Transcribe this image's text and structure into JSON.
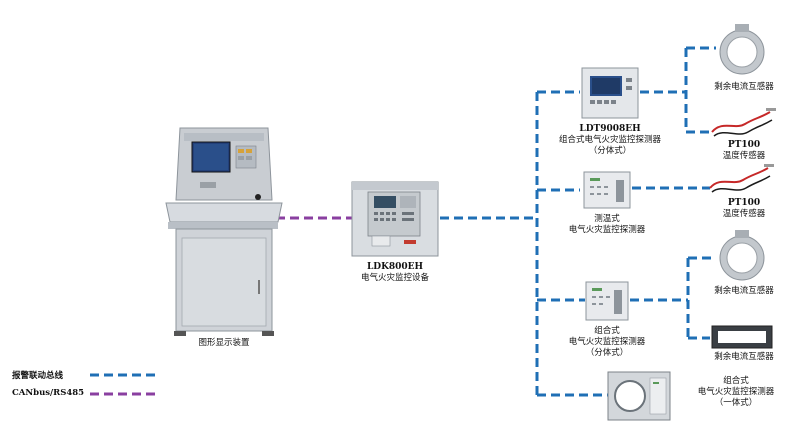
{
  "colors": {
    "alarm_bus": "#1f6fb5",
    "canbus": "#8a3fa0",
    "device_panel": "#dcdfe3",
    "screen": "#2a4f8a"
  },
  "devices": {
    "workstation": {
      "label": "图形显示装置",
      "icon": "workstation-cabinet"
    },
    "ldk800eh": {
      "model": "LDK800EH",
      "label": "电气火灾监控设备"
    },
    "ldt9008eh": {
      "model": "LDT9008EH",
      "line1": "组合式电气火灾监控探测器",
      "line2": "（分体式）"
    },
    "temp_detector": {
      "line1": "测温式",
      "line2": "电气火灾监控探测器"
    },
    "combo_split": {
      "line1": "组合式",
      "line2": "电气火灾监控探测器",
      "line3": "（分体式）"
    },
    "combo_integrated": {
      "line1": "组合式",
      "line2": "电气火灾监控探测器",
      "line3": "（一体式）"
    }
  },
  "sensors": {
    "ct1": "剩余电流互感器",
    "pt100_1": {
      "model": "PT100",
      "label": "温度传感器"
    },
    "pt100_2": {
      "model": "PT100",
      "label": "温度传感器"
    },
    "ct2": "剩余电流互感器",
    "ct3": "剩余电流互感器"
  },
  "legend": {
    "alarm_bus": "报警联动总线",
    "canbus": "CANbus/RS485"
  }
}
